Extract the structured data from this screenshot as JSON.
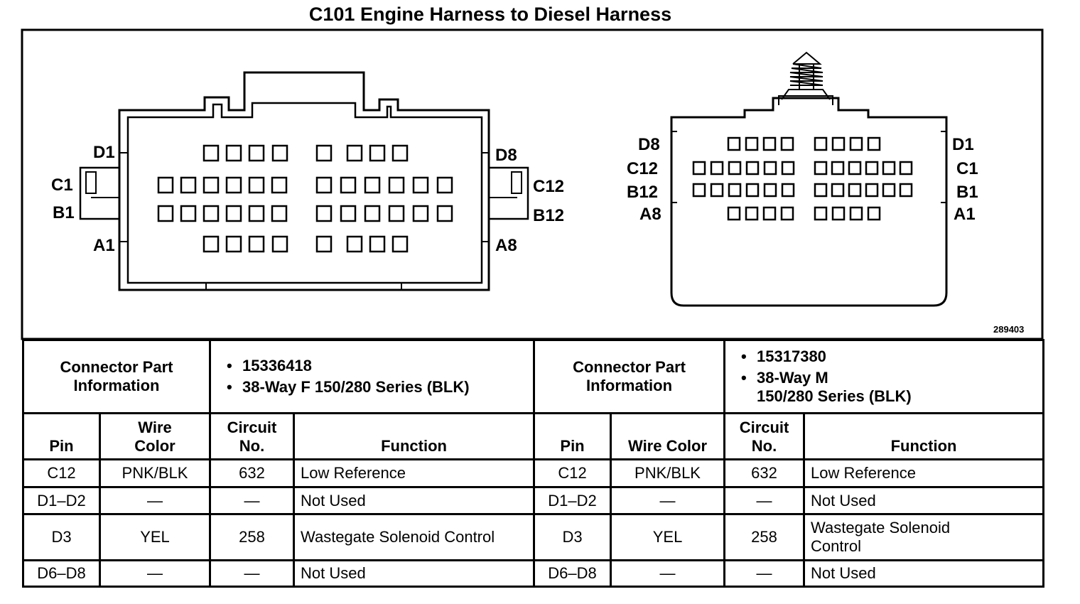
{
  "title": "C101 Engine Harness to Diesel Harness",
  "figure_number": "289403",
  "icons": [
    "female-connector-face-icon",
    "male-connector-face-icon"
  ],
  "connector_left": {
    "pin_labels": {
      "d1": "D1",
      "c1": "C1",
      "b1": "B1",
      "a1": "A1",
      "d8": "D8",
      "c12": "C12",
      "b12": "B12",
      "a8": "A8"
    }
  },
  "connector_right": {
    "pin_labels": {
      "d8": "D8",
      "c12": "C12",
      "b12": "B12",
      "a8": "A8",
      "d1": "D1",
      "c1": "C1",
      "b1": "B1",
      "a1": "A1"
    }
  },
  "table": {
    "left": {
      "part_info_label": "Connector Part Information",
      "part_number": "15336418",
      "part_desc": "38-Way F 150/280 Series (BLK)"
    },
    "right": {
      "part_info_label": "Connector Part Information",
      "part_number": "15317380",
      "part_desc_1": "38-Way M",
      "part_desc_2": "150/280 Series (BLK)"
    },
    "headers": {
      "left": {
        "pin": "Pin",
        "wire_color_1": "Wire",
        "wire_color_2": "Color",
        "circuit_1": "Circuit",
        "circuit_2": "No.",
        "function": "Function"
      },
      "right": {
        "pin": "Pin",
        "wire_color": "Wire Color",
        "circuit_1": "Circuit",
        "circuit_2": "No.",
        "function": "Function"
      }
    },
    "rows": [
      {
        "pin": "C12",
        "wire": "PNK/BLK",
        "circuit": "632",
        "function": "Low Reference"
      },
      {
        "pin": "D1–D2",
        "wire": "—",
        "circuit": "—",
        "function": "Not Used"
      },
      {
        "pin": "D3",
        "wire": "YEL",
        "circuit": "258",
        "function": "Wastegate Solenoid Control",
        "function_line1": "Wastegate Solenoid",
        "function_line2": "Control"
      },
      {
        "pin": "D6–D8",
        "wire": "—",
        "circuit": "—",
        "function": "Not Used"
      }
    ]
  }
}
